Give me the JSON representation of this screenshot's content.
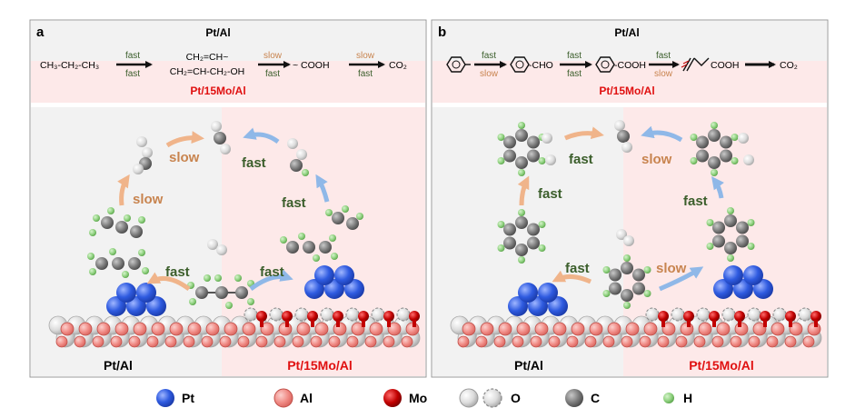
{
  "panels": [
    {
      "letter": "a",
      "top_catalyst": "Pt/Al",
      "bottom_catalyst": "Pt/15Mo/Al",
      "scheme": {
        "s1": "CH₃-CH₂-CH₃",
        "s2a": "CH₂=CH~",
        "s2b": "CH₂=CH-CH₂-OH",
        "s3": "~ COOH",
        "s4": "CO₂",
        "k1_top": "fast",
        "k1_bot": "fast",
        "k2_top": "slow",
        "k2_bot": "fast",
        "k3_top": "slow",
        "k3_bot": "fast"
      },
      "left_label": "Pt/Al",
      "right_label": "Pt/15Mo/Al",
      "cycle_left": [
        "fast",
        "slow",
        "slow"
      ],
      "cycle_right": [
        "fast",
        "fast",
        "fast"
      ]
    },
    {
      "letter": "b",
      "top_catalyst": "Pt/Al",
      "bottom_catalyst": "Pt/15Mo/Al",
      "scheme": {
        "s2": "-CHO",
        "s3": "-COOH",
        "s4": "COOH",
        "s5": "CO₂",
        "k1_top": "fast",
        "k1_bot": "slow",
        "k2_top": "fast",
        "k2_bot": "fast",
        "k3_top": "fast",
        "k3_bot": "slow"
      },
      "left_label": "Pt/Al",
      "right_label": "Pt/15Mo/Al",
      "cycle_left": [
        "fast",
        "fast",
        "fast"
      ],
      "cycle_right": [
        "slow",
        "fast",
        "slow"
      ]
    }
  ],
  "legend": {
    "pt": "Pt",
    "al": "Al",
    "mo": "Mo",
    "o": "O",
    "c": "C",
    "h": "H"
  },
  "colors": {
    "pt": "#2f5be0",
    "al": "#f08a84",
    "mo": "#c20000",
    "o": "#d9d9d9",
    "c": "#7a7a7a",
    "h": "#8fd17f",
    "fast_text": "#3b5e2b",
    "slow_text": "#c8844f",
    "red_label": "#e01010",
    "left_bg": "#f2f2f2",
    "right_bg": "#fde9e9"
  }
}
